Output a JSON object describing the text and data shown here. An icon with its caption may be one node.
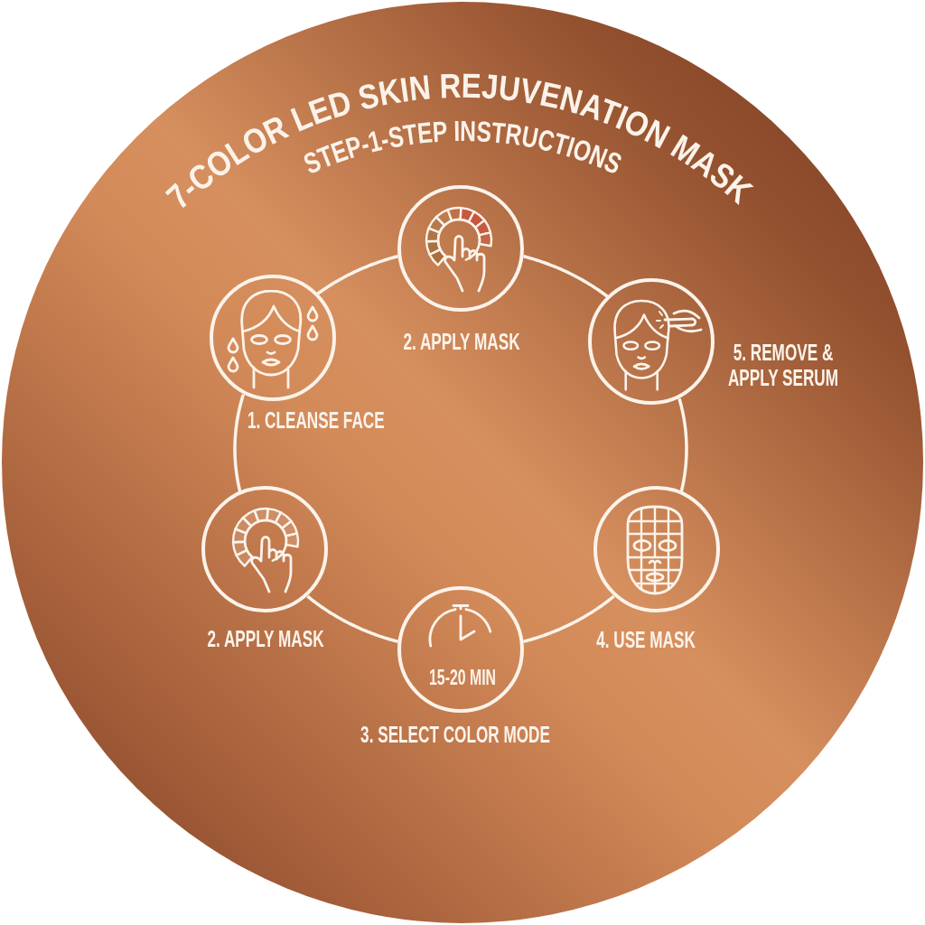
{
  "diagram": {
    "title": "7-COLOR LED SKIN REJUVENATION MASK STEP-1-STEP INSTRUCTIONS",
    "nodes": [
      {
        "text": [
          "2. APPLY MASK"
        ]
      },
      {
        "text": [
          "1. CLEANSE FACE"
        ]
      },
      {
        "text": [
          "5. REMOVE & APPLY SERUM"
        ]
      },
      {
        "text": [
          "2. APPLY MASK"
        ]
      },
      {
        "text": [
          "4. USE MASK"
        ]
      },
      {
        "text": [
          "15-20 MIN",
          "3. SELECT COLOR MODE"
        ]
      }
    ],
    "edges": [
      {
        "from": 1,
        "to": 0,
        "arrow": "none"
      },
      {
        "from": 0,
        "to": 2,
        "arrow": "none"
      },
      {
        "from": 2,
        "to": 4,
        "arrow": "none"
      },
      {
        "from": 4,
        "to": 5,
        "arrow": "none"
      },
      {
        "from": 5,
        "to": 3,
        "arrow": "none"
      },
      {
        "from": 3,
        "to": 1,
        "arrow": "none"
      }
    ]
  }
}
